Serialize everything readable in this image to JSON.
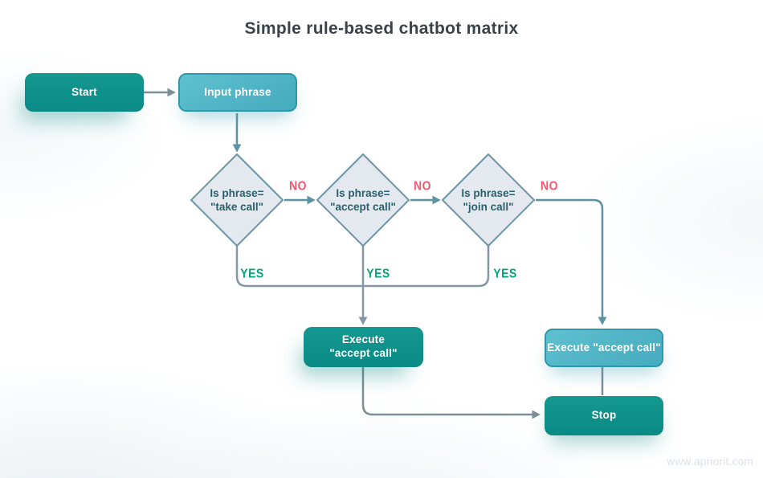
{
  "title": "Simple rule-based chatbot matrix",
  "watermark": "www.apriorit.com",
  "nodes": {
    "start": {
      "label": "Start"
    },
    "input_phrase": {
      "label": "Input phrase"
    },
    "decision_take_call": {
      "line1": "Is phrase=",
      "line2": "\"take call\""
    },
    "decision_accept_call": {
      "line1": "Is phrase=",
      "line2": "\"accept call\""
    },
    "decision_join_call": {
      "line1": "Is phrase=",
      "line2": "\"join call\""
    },
    "execute_accept_call_main": {
      "line1": "Execute",
      "line2": "\"accept call\""
    },
    "execute_accept_call_alt": {
      "label": "Execute \"accept call\""
    },
    "stop": {
      "label": "Stop"
    }
  },
  "edge_labels": {
    "no": "NO",
    "yes": "YES"
  },
  "colors": {
    "dark_teal_box": "#0e918b",
    "light_teal_box": "#4bb1c3",
    "light_teal_border": "#2d97ac",
    "diamond_fill": "#e3e9ee",
    "diamond_border": "#6e95a6",
    "diamond_text": "#2b5f6d",
    "no_label": "#f4566e",
    "yes_label": "#00a478",
    "connector_teal": "#5b93a3",
    "connector_gray": "#7c8f96",
    "title_text": "#3b4249"
  }
}
